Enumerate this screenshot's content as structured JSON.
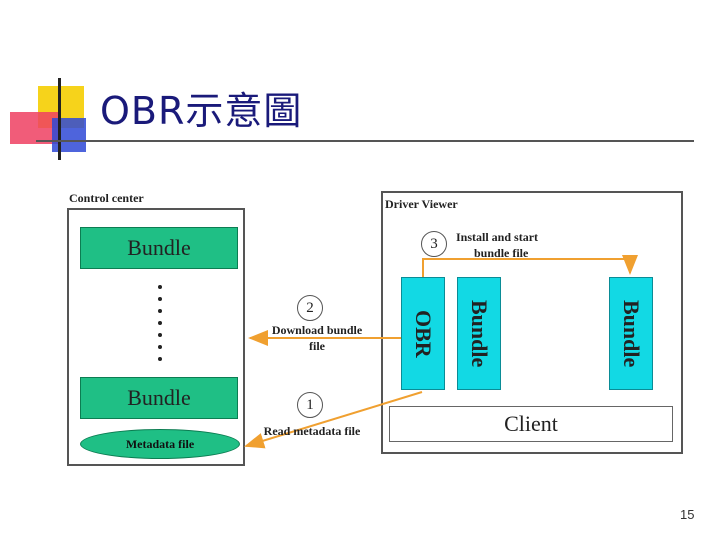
{
  "title": "OBR示意圖",
  "page_number": "15",
  "diagram": {
    "control_center": {
      "label": "Control center",
      "bundles": [
        "Bundle",
        "Bundle"
      ],
      "metadata": "Metadata file"
    },
    "driver_viewer": {
      "label": "Driver Viewer",
      "obr": "OBR",
      "bundle_left": "Bundle",
      "bundle_right": "Bundle",
      "client": "Client"
    },
    "steps": [
      {
        "number": "1",
        "label_line1": "Read metadata file",
        "label_line2": ""
      },
      {
        "number": "2",
        "label_line1": "Download bundle",
        "label_line2": "file"
      },
      {
        "number": "3",
        "label_line1": "Install and start",
        "label_line2": "bundle file"
      }
    ],
    "colors": {
      "bundle_green": "#1fbf85",
      "component_cyan": "#12d9e4",
      "arrow_orange": "#f0a030",
      "title_navy": "#1a1a7a"
    }
  }
}
